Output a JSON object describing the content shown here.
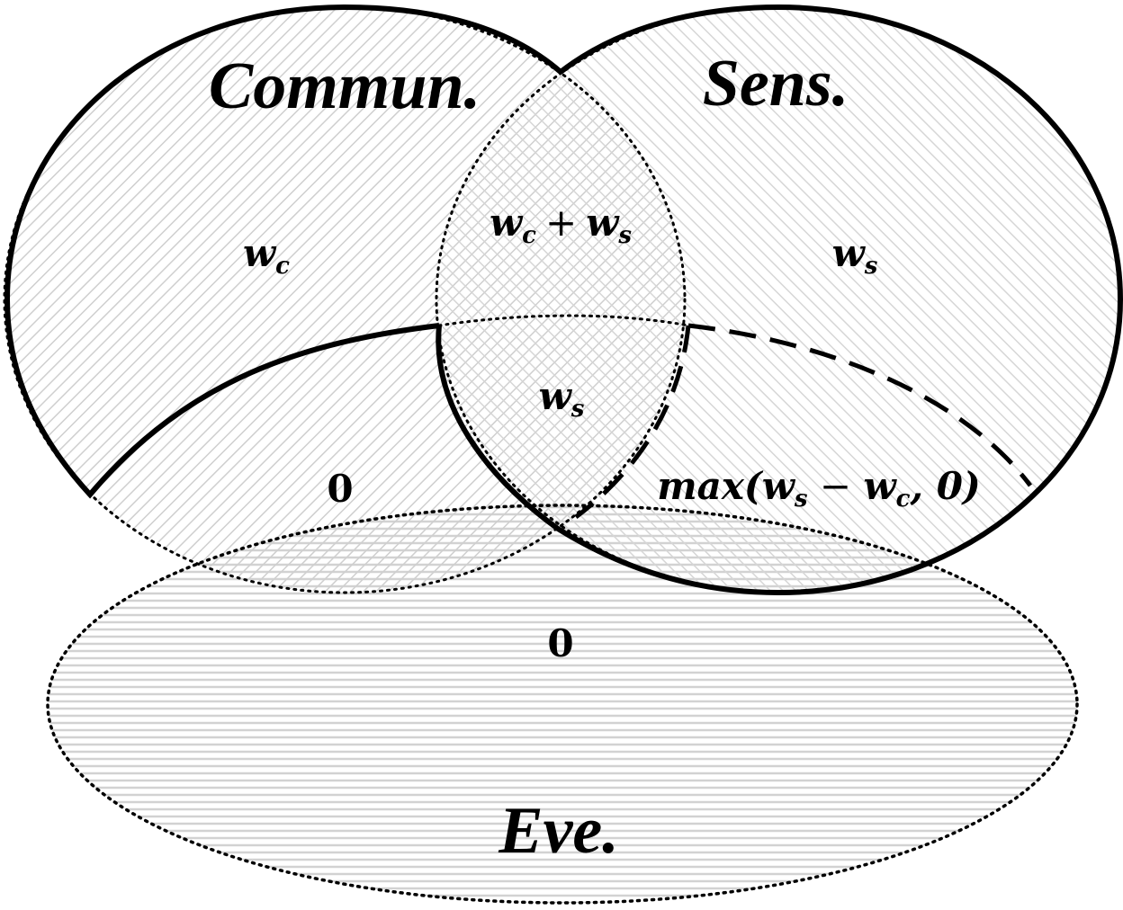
{
  "sets": {
    "communication": {
      "title": "Commun."
    },
    "sensing": {
      "title": "Sens."
    },
    "eavesdropper": {
      "title": "Eve."
    }
  },
  "regions": {
    "comm_only": {
      "w": "w",
      "sub": "c"
    },
    "sens_only": {
      "w": "w",
      "sub": "s"
    },
    "comm_sens": {
      "w1": "w",
      "sub1": "c",
      "op": "+",
      "w2": "w",
      "sub2": "s"
    },
    "all_three": {
      "w": "w",
      "sub": "s"
    },
    "comm_eve": {
      "value": "0"
    },
    "sens_eve": {
      "fn": "max(",
      "w1": "w",
      "sub1": "s",
      "op": " − ",
      "w2": "w",
      "sub2": "c",
      "tail": ", 0)"
    },
    "eve_only": {
      "value": "0"
    }
  },
  "colors": {
    "stroke": "#000000",
    "hatch": "#c8c8c8",
    "background": "#ffffff"
  }
}
